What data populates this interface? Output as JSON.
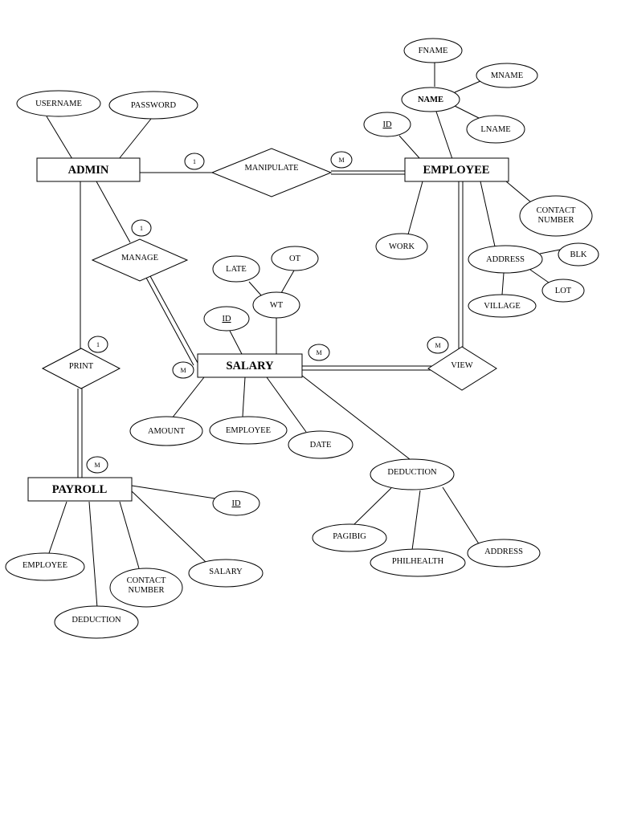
{
  "entities": {
    "admin": "ADMIN",
    "employee": "EMPLOYEE",
    "salary": "SALARY",
    "payroll": "PAYROLL"
  },
  "relationships": {
    "manipulate": "MANIPULATE",
    "manage": "MANAGE",
    "print": "PRINT",
    "view": "VIEW"
  },
  "attributes": {
    "username": "USERNAME",
    "password": "PASSWORD",
    "fname": "FNAME",
    "mname": "MNAME",
    "name": "NAME",
    "lname": "LNAME",
    "employee_id": "ID",
    "contact_number_l1": "CONTACT",
    "contact_number_l2": "NUMBER",
    "work": "WORK",
    "address": "ADDRESS",
    "blk": "BLK",
    "lot": "LOT",
    "village": "VILLAGE",
    "late": "LATE",
    "ot": "OT",
    "wt": "WT",
    "salary_id": "ID",
    "amount": "AMOUNT",
    "salary_employee": "EMPLOYEE",
    "date": "DATE",
    "deduction": "DEDUCTION",
    "pagibig": "PAGIBIG",
    "philhealth": "PHILHEALTH",
    "deduction_address": "ADDRESS",
    "payroll_id": "ID",
    "payroll_employee": "EMPLOYEE",
    "payroll_contact_l1": "CONTACT",
    "payroll_contact_l2": "NUMBER",
    "payroll_salary": "SALARY",
    "payroll_deduction": "DEDUCTION"
  },
  "cardinalities": {
    "admin_manipulate": "1",
    "manipulate_employee": "M",
    "admin_manage": "1",
    "manage_salary": "M",
    "admin_print": "1",
    "print_payroll": "M",
    "salary_view": "M",
    "view_employee": "M"
  }
}
